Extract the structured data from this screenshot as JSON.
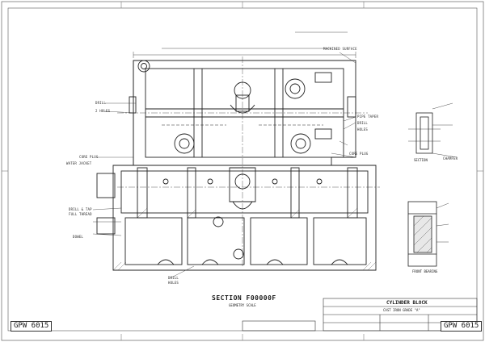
{
  "drawing": {
    "number_left": "GPW 6015",
    "number_right": "GPW 6015",
    "section_title": "SECTION F00000F",
    "section_subtitle": "GEOMETRY SCALE",
    "part_title": "CYLINDER BLOCK",
    "part_subtitle": "CAST IRON GRADE \"A\"",
    "view_end": "FRONT BEARING",
    "scale_note": "SECTION"
  },
  "callouts": [
    {
      "id": "c1",
      "text": "MACHINED SURFACE"
    },
    {
      "id": "c2",
      "text": "DRILL"
    },
    {
      "id": "c3",
      "text": "2 HOLES"
    },
    {
      "id": "c4",
      "text": "CORE PLUG"
    },
    {
      "id": "c5",
      "text": "PIPE TAPER"
    },
    {
      "id": "c6",
      "text": "DRILL"
    },
    {
      "id": "c7",
      "text": "HOLES"
    },
    {
      "id": "c8",
      "text": "CORE PLUG"
    },
    {
      "id": "c9",
      "text": "WATER JACKET"
    },
    {
      "id": "c10",
      "text": "DRILL & TAP"
    },
    {
      "id": "c11",
      "text": "FULL THREAD"
    },
    {
      "id": "c12",
      "text": "DOWEL"
    },
    {
      "id": "c13",
      "text": "CHAMFER"
    },
    {
      "id": "c14",
      "text": "DRILL"
    },
    {
      "id": "c15",
      "text": "HOLES"
    }
  ]
}
